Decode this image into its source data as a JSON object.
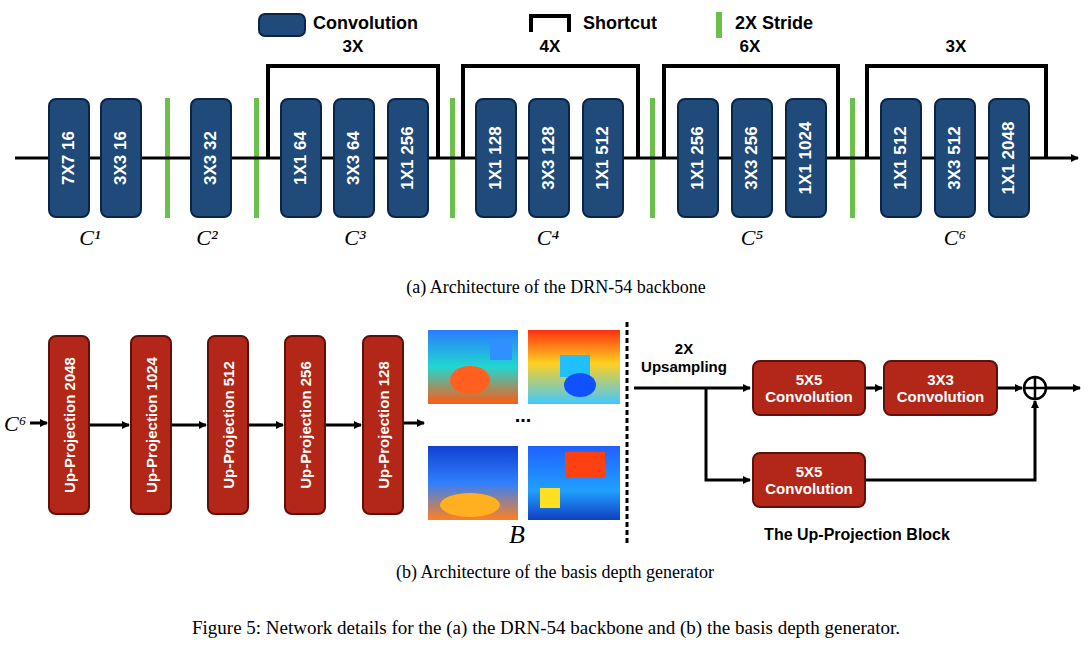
{
  "diagram": {
    "caption": "Figure 5: Network details for the (a) the DRN-54 backbone and (b) the basis depth generator.",
    "nodes": [
      {
        "text": [
          "7X7 16"
        ]
      },
      {
        "text": [
          "3X3 16"
        ]
      },
      {
        "text": [
          "3X3 32"
        ]
      },
      {
        "text": [
          "1X1 64"
        ]
      },
      {
        "text": [
          "3X3 64"
        ]
      },
      {
        "text": [
          "1X1 256"
        ]
      },
      {
        "text": [
          "1X1 128"
        ]
      },
      {
        "text": [
          "3X3 128"
        ]
      },
      {
        "text": [
          "1X1 512"
        ]
      },
      {
        "text": [
          "1X1 256"
        ]
      },
      {
        "text": [
          "3X3 256"
        ]
      },
      {
        "text": [
          "1X1 1024"
        ]
      },
      {
        "text": [
          "1X1 512"
        ]
      },
      {
        "text": [
          "3X3 512"
        ]
      },
      {
        "text": [
          "1X1 2048"
        ]
      },
      {
        "text": [
          "Up-Projection 2048"
        ]
      },
      {
        "text": [
          "Up-Projection 1024"
        ]
      },
      {
        "text": [
          "Up-Projection 512"
        ]
      },
      {
        "text": [
          "Up-Projection 256"
        ]
      },
      {
        "text": [
          "Up-Projection 128"
        ]
      },
      {
        "text": [
          "5X5 Convolution"
        ]
      },
      {
        "text": [
          "3X3 Convolution"
        ]
      },
      {
        "text": [
          "5X5 Convolution"
        ]
      }
    ],
    "edges": [
      {
        "from": 0,
        "to": 1,
        "arrow": "none"
      },
      {
        "from": 1,
        "to": 2,
        "arrow": "none"
      },
      {
        "from": 2,
        "to": 3,
        "arrow": "none"
      },
      {
        "from": 3,
        "to": 4,
        "arrow": "none"
      },
      {
        "from": 4,
        "to": 5,
        "arrow": "none"
      },
      {
        "from": 5,
        "to": 6,
        "arrow": "none"
      },
      {
        "from": 6,
        "to": 7,
        "arrow": "none"
      },
      {
        "from": 7,
        "to": 8,
        "arrow": "none"
      },
      {
        "from": 8,
        "to": 9,
        "arrow": "none"
      },
      {
        "from": 9,
        "to": 10,
        "arrow": "none"
      },
      {
        "from": 10,
        "to": 11,
        "arrow": "none"
      },
      {
        "from": 11,
        "to": 12,
        "arrow": "none"
      },
      {
        "from": 12,
        "to": 13,
        "arrow": "none"
      },
      {
        "from": 13,
        "to": 14,
        "arrow": "none"
      },
      {
        "from": 15,
        "to": 16,
        "arrow": "to"
      },
      {
        "from": 16,
        "to": 17,
        "arrow": "to"
      },
      {
        "from": 17,
        "to": 18,
        "arrow": "to"
      },
      {
        "from": 18,
        "to": 19,
        "arrow": "to"
      },
      {
        "from": 20,
        "to": 21,
        "arrow": "to"
      }
    ],
    "labels": [
      "3X",
      "4X",
      "6X",
      "3X",
      "C¹",
      "C²",
      "C³",
      "C⁴",
      "C⁵",
      "C⁶",
      "(a) Architecture of the DRN-54 backbone",
      "C⁶",
      "...",
      "B",
      "2X Upsampling",
      "The Up-Projection Block",
      "(b) Architecture of the basis depth generator"
    ],
    "legend": [
      {
        "text": "Convolution",
        "color": "#1f4a7a"
      },
      {
        "text": "Shortcut"
      },
      {
        "text": "2X Stride",
        "color": "#6cbf4a"
      }
    ]
  }
}
